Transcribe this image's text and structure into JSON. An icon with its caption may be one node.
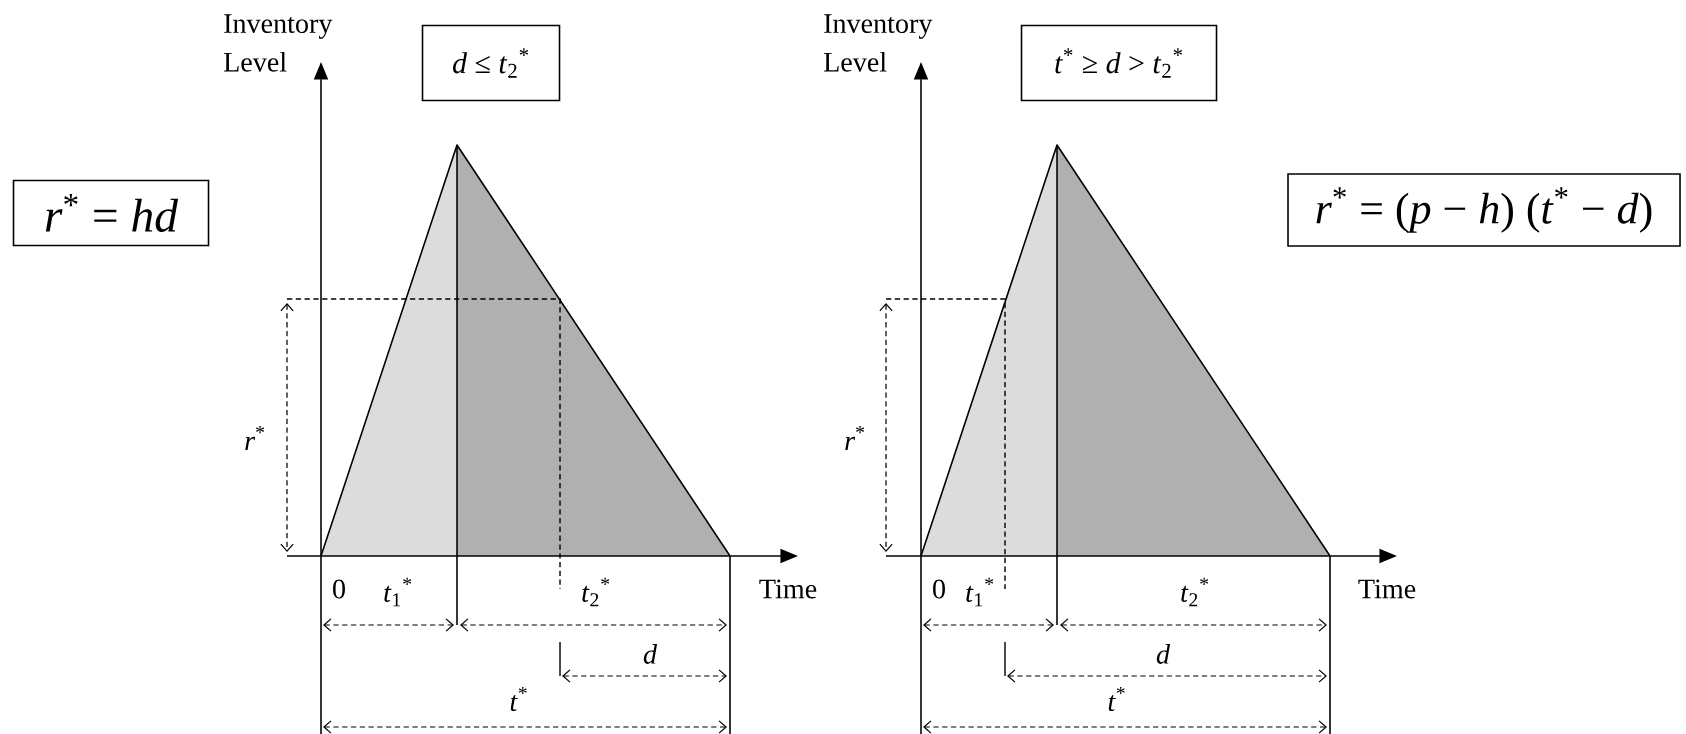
{
  "diagram": {
    "nodes": [
      {
        "text": [
          "*d* ≤ *t*$_{2}$$^{*}$"
        ]
      },
      {
        "text": [
          "*r*$^{*}$ = *hd*"
        ]
      },
      {
        "text": [
          "*t*$^{*}$ ≥ *d* > *t*$_{2}$$^{*}$"
        ]
      },
      {
        "text": [
          "*r*$^{*}$ = (*p* − *h*) (*t*$^{*}$ − *d*)"
        ]
      }
    ],
    "labels": [
      "Inventory Level",
      "*r*$^{*}$",
      "0",
      "*t*$_{1}$$^{*}$",
      "*t*$_{2}$$^{*}$",
      "Time",
      "*d*",
      "*t*$^{*}$",
      "Inventory Level",
      "*r*$^{*}$",
      "0",
      "*t*$_{1}$$^{*}$",
      "*t*$_{2}$$^{*}$",
      "Time",
      "*d*",
      "*t*$^{*}$"
    ]
  }
}
